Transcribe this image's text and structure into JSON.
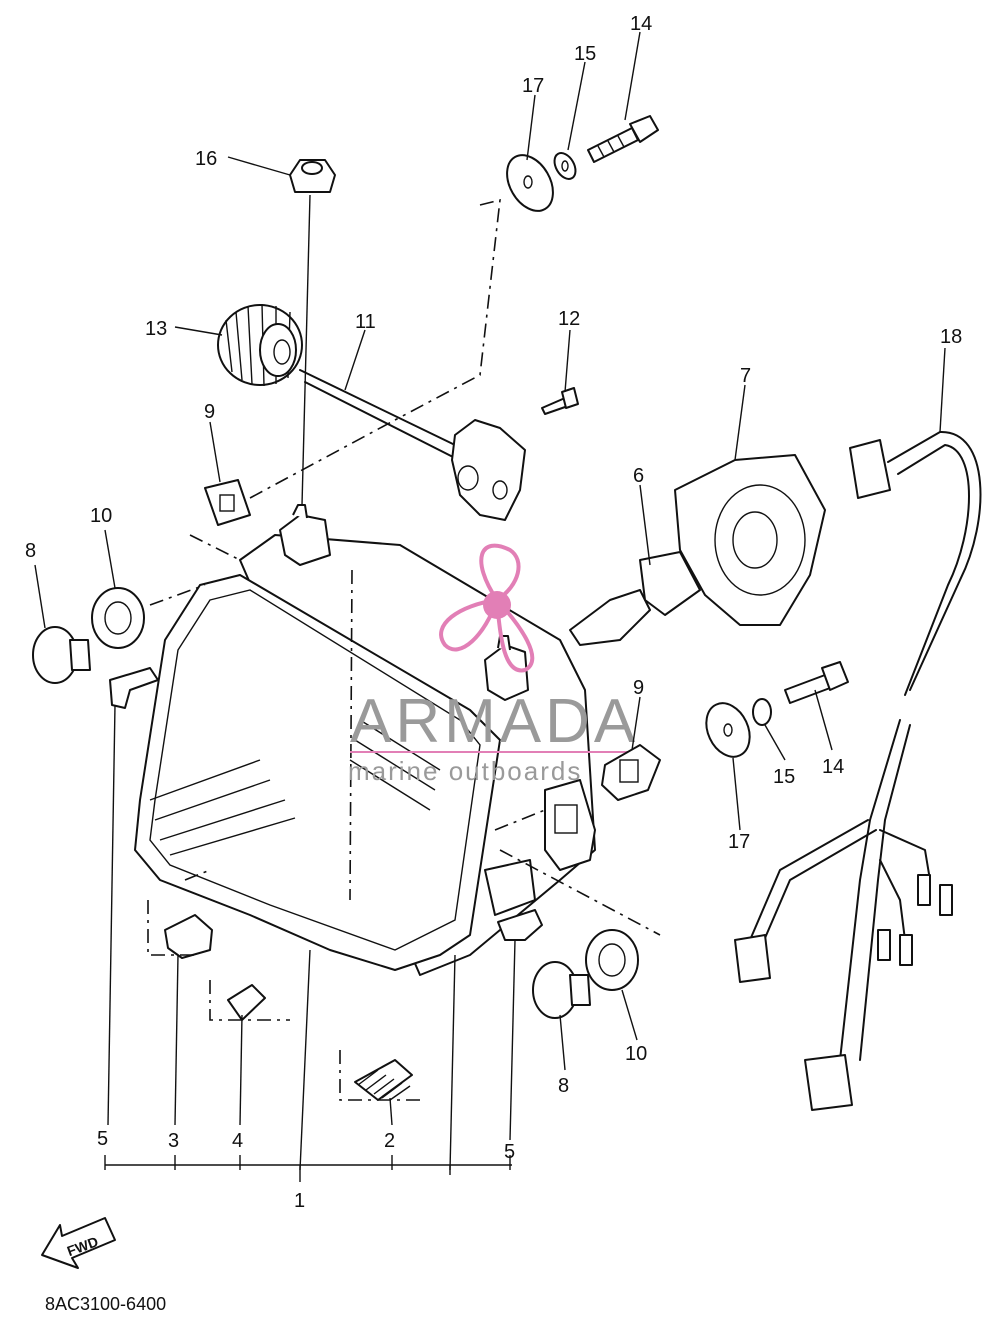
{
  "diagram": {
    "part_code": "8AC3100-6400",
    "direction_label": "FWD",
    "callouts": [
      "1",
      "2",
      "3",
      "4",
      "5",
      "5",
      "6",
      "7",
      "8",
      "8",
      "9",
      "9",
      "10",
      "10",
      "11",
      "12",
      "13",
      "14",
      "14",
      "15",
      "15",
      "16",
      "17",
      "17",
      "18"
    ]
  },
  "watermark": {
    "brand": "ARMADA",
    "tagline": "marine outboards",
    "color": "#e27fb6"
  }
}
